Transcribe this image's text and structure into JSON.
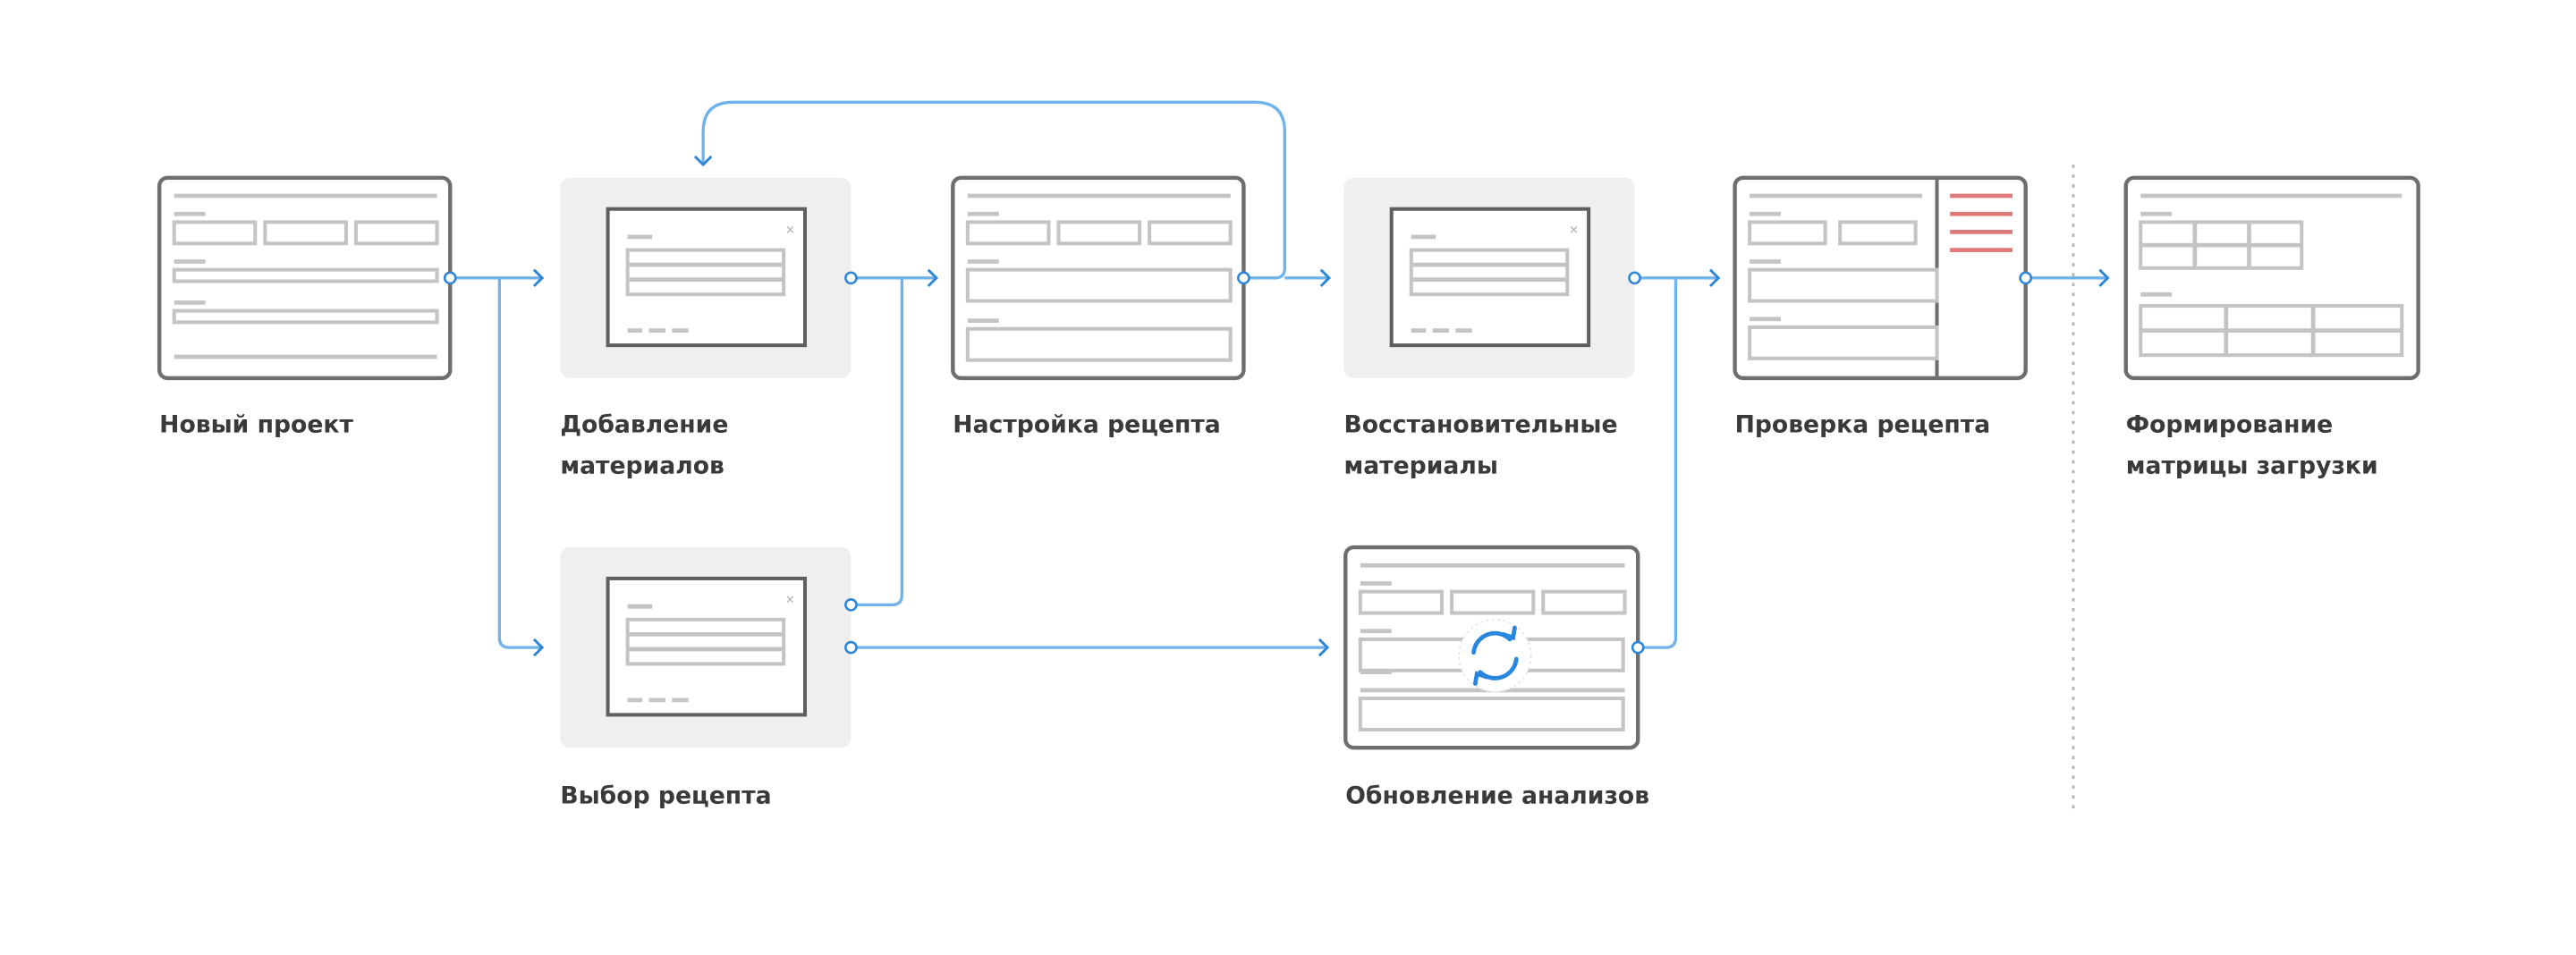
{
  "colors": {
    "connector": "#6fb3ea",
    "accent": "#2f86d6",
    "frame": "#6e6e6e",
    "placeholder": "#c4c4c4",
    "error": "#e07a7a",
    "modal_bg": "#efefef"
  },
  "steps": {
    "new_project": {
      "line1": "Новый проект"
    },
    "add_materials": {
      "line1": "Добавление",
      "line2": "материалов"
    },
    "recipe_setup": {
      "line1": "Настройка рецепта"
    },
    "recovery_materials": {
      "line1": "Восстановительные",
      "line2": "материалы"
    },
    "recipe_check": {
      "line1": "Проверка рецепта"
    },
    "load_matrix": {
      "line1": "Формирование",
      "line2": "матрицы загрузки"
    },
    "recipe_select": {
      "line1": "Выбор рецепта"
    },
    "analysis_update": {
      "line1": "Обновление анализов",
      "icon": "refresh-icon"
    }
  }
}
